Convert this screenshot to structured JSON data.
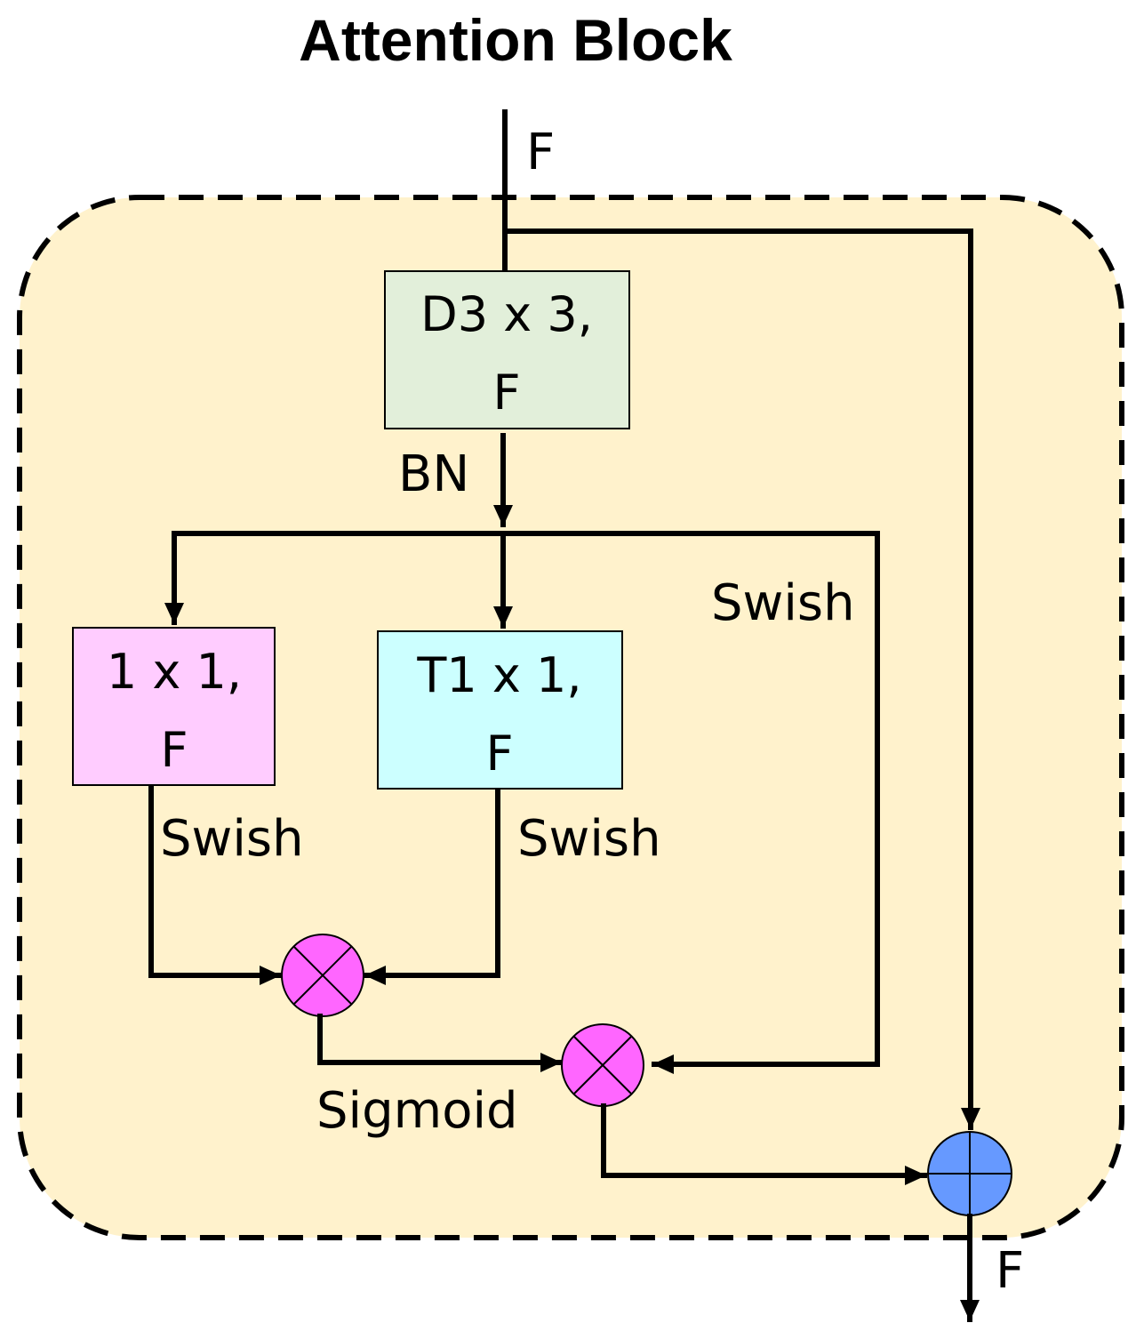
{
  "title": "Attention Block",
  "input_label": "F",
  "output_label": "F",
  "blocks": {
    "depthwise": {
      "line1": "D3 x 3,",
      "line2": "F"
    },
    "pointwise": {
      "line1": "1 x 1,",
      "line2": "F"
    },
    "transposed": {
      "line1": "T1 x 1,",
      "line2": "F"
    }
  },
  "activations": {
    "bn": "BN",
    "swish_right": "Swish",
    "swish_left": "Swish",
    "swish_middle": "Swish",
    "sigmoid": "Sigmoid"
  },
  "colors": {
    "container_fill": "#fff2cc",
    "depthwise_fill": "#e2efda",
    "pointwise_fill": "#ffccff",
    "transposed_fill": "#ccffff",
    "multiply_fill": "#ff66ff",
    "add_fill": "#6699ff"
  },
  "operators": {
    "multiply_1": "multiply",
    "multiply_2": "multiply",
    "add": "add"
  }
}
